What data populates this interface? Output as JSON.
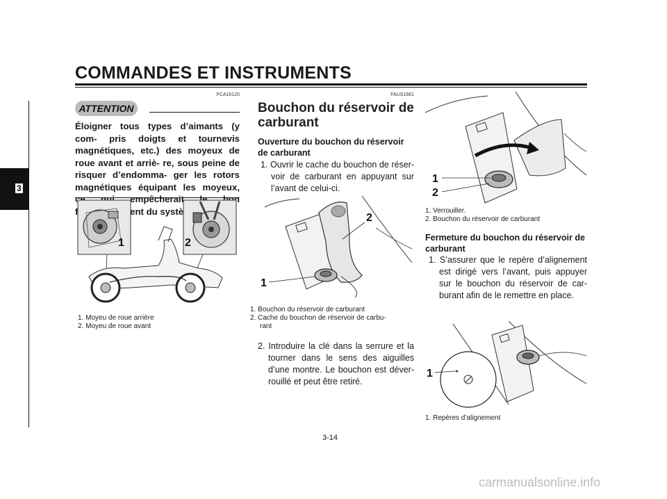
{
  "header": {
    "title": "COMMANDES ET INSTRUMENTS"
  },
  "chapter_tab": {
    "number": "3"
  },
  "left_column": {
    "code": "FCA16120",
    "attention_label": "ATTENTION",
    "attention_text": "Éloigner tous types d’aimants (y com- pris doigts et tournevis magnétiques, etc.) des moyeux de roue avant et arriè- re, sous peine de risquer d’endomma- ger les rotors magnétiques équipant les moyeux, ce qui empêcherait le bon fonctionnement du système ABS.",
    "figure_labels": [
      "1",
      "2"
    ],
    "captions": [
      "1. Moyeu de roue arrière",
      "2. Moyeu de roue avant"
    ]
  },
  "middle_column": {
    "code": "FAUS1661",
    "section_title": "Bouchon du réservoir de carburant",
    "subhead": "Ouverture du bouchon du réservoir de carburant",
    "step1": "1. Ouvrir le cache du bouchon de réser- voir de carburant en appuyant sur l’avant de celui-ci.",
    "figure_labels": [
      "1",
      "2"
    ],
    "captions": [
      "1. Bouchon du réservoir de carburant",
      "2. Cache du bouchon de réservoir de carbu-",
      "rant"
    ],
    "step2": "2. Introduire la clé dans la serrure et la tourner dans le sens des aiguilles d’une montre. Le bouchon est déver- rouillé et peut être retiré."
  },
  "right_column": {
    "figure1_labels": [
      "1",
      "2"
    ],
    "figure1_captions": [
      "1. Verrouiller.",
      "2. Bouchon du réservoir de carburant"
    ],
    "subhead": "Fermeture du bouchon du réservoir de carburant",
    "step1": "1. S’assurer que le repère d’alignement est dirigé vers l’avant, puis appuyer sur le bouchon du réservoir de car- burant afin de le remettre en place.",
    "figure2_labels": [
      "1"
    ],
    "figure2_caption": "1. Repères d’alignement"
  },
  "page_number": "3-14",
  "footer": "carmanualsonline.info"
}
